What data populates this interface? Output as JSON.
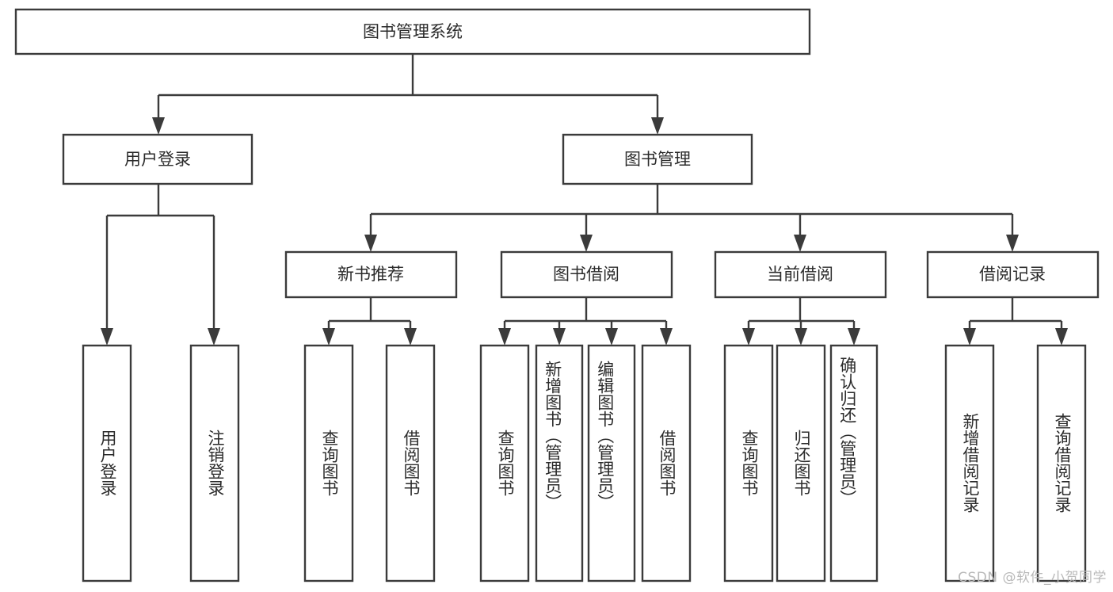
{
  "diagram": {
    "type": "tree",
    "title": "图书管理系统",
    "watermark": "CSDN @软件_小贺同学",
    "colors": {
      "stroke": "#3b3b3b",
      "fill": "#ffffff",
      "text": "#2b2b2b",
      "watermark": "#b9b9b9",
      "background": "#ffffff"
    },
    "root": {
      "label": "图书管理系统"
    },
    "level1": [
      {
        "label": "用户登录"
      },
      {
        "label": "图书管理"
      }
    ],
    "level2": [
      {
        "label": "新书推荐"
      },
      {
        "label": "图书借阅"
      },
      {
        "label": "当前借阅"
      },
      {
        "label": "借阅记录"
      }
    ],
    "leaves": {
      "user_login": [
        {
          "label": "用户登录"
        },
        {
          "label": "注销登录"
        }
      ],
      "new_book_recommend": [
        {
          "label": "查询图书"
        },
        {
          "label": "借阅图书"
        }
      ],
      "book_borrow": [
        {
          "label": "查询图书"
        },
        {
          "label": "新增图书（管理员）"
        },
        {
          "label": "编辑图书（管理员）"
        },
        {
          "label": "借阅图书"
        }
      ],
      "current_borrow": [
        {
          "label": "查询图书"
        },
        {
          "label": "归还图书"
        },
        {
          "label": "确认归还（管理员）"
        }
      ],
      "borrow_record": [
        {
          "label": "新增借阅记录"
        },
        {
          "label": "查询借阅记录"
        }
      ]
    }
  }
}
